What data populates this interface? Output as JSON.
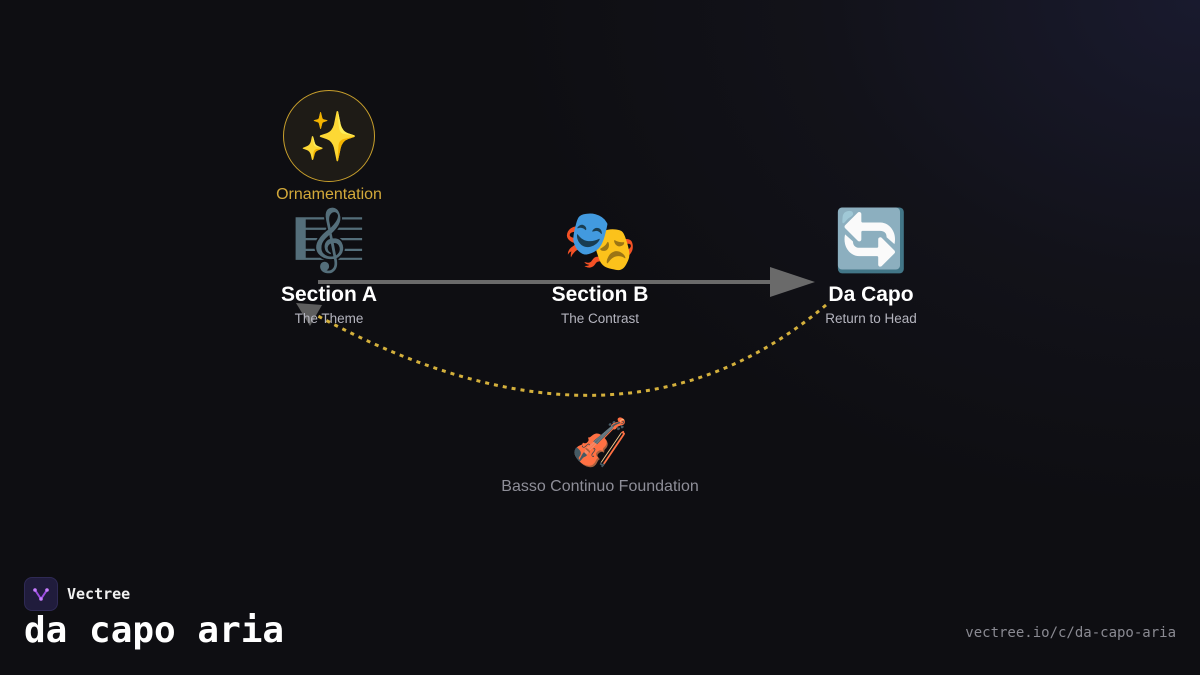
{
  "diagram": {
    "nodes": [
      {
        "emoji": "🎼",
        "title": "Section A",
        "subtitle": "The Theme"
      },
      {
        "emoji": "🎭",
        "title": "Section B",
        "subtitle": "The Contrast"
      },
      {
        "emoji": "🔄",
        "title": "Da Capo",
        "subtitle": "Return to Head"
      }
    ],
    "ornamentation": {
      "emoji": "✨",
      "label": "Ornamentation"
    },
    "foundation": {
      "emoji": "🎻",
      "label": "Basso Continuo Foundation"
    }
  },
  "footer": {
    "brand": "Vectree",
    "title": "da capo aria",
    "url": "vectree.io/c/da-capo-aria"
  },
  "colors": {
    "accent_gold": "#d4b03c",
    "arrow_gray": "#6a6a6a",
    "brand_purple": "#9b4de0"
  }
}
